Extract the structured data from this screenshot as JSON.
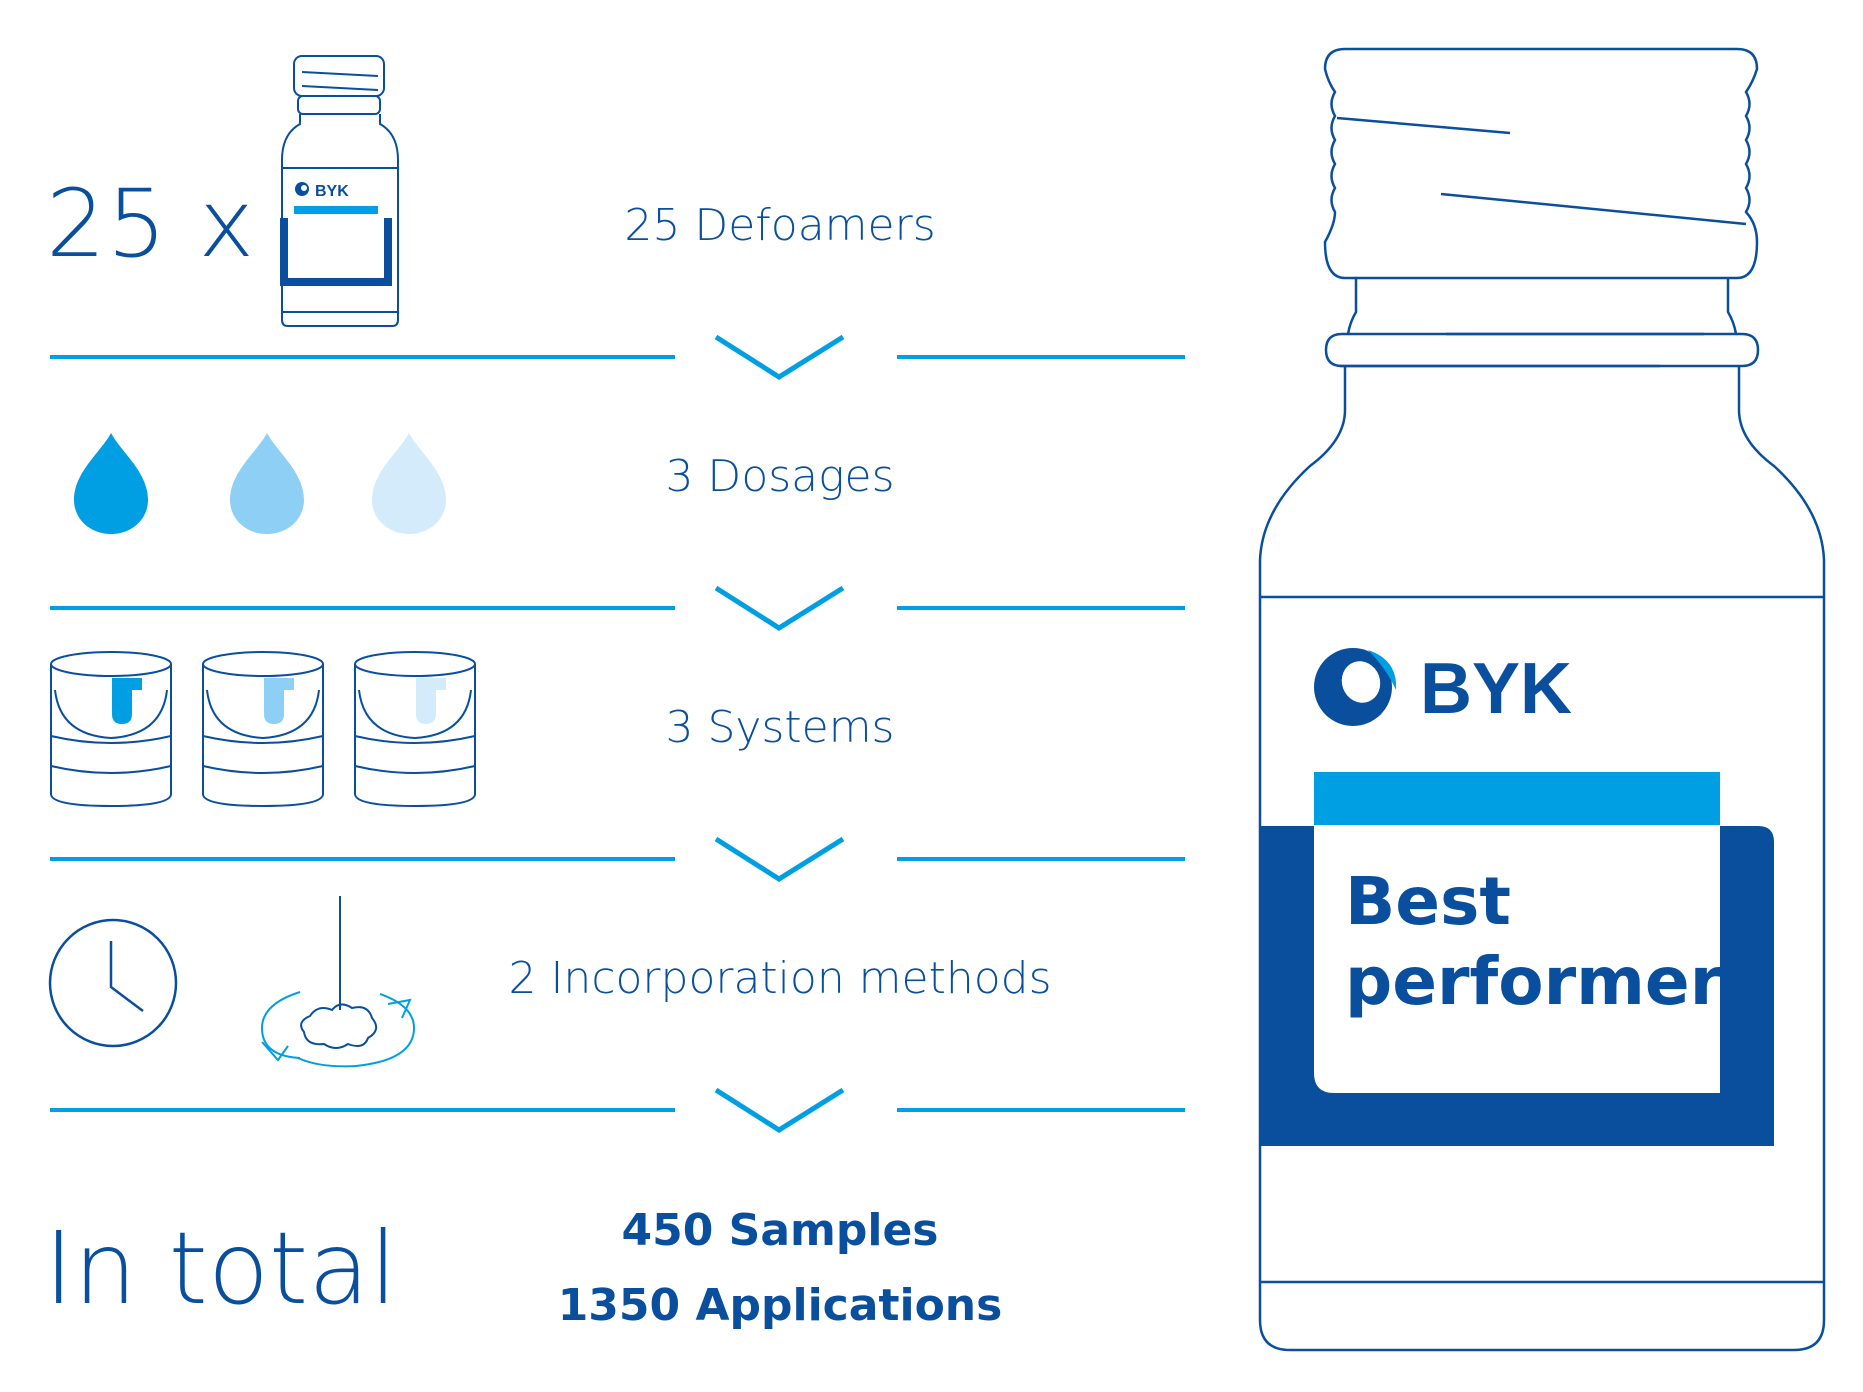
{
  "intro": {
    "count": "25 x",
    "bottle_brand": "BYK"
  },
  "steps": [
    {
      "label": "25 Defoamers"
    },
    {
      "label": "3 Dosages"
    },
    {
      "label": "3 Systems"
    },
    {
      "label": "2 Incorporation methods"
    }
  ],
  "total": {
    "heading": "In total",
    "line1": "450 Samples",
    "line2": "1350 Applications"
  },
  "big_bottle": {
    "brand": "BYK",
    "label_line1": "Best",
    "label_line2": "performer"
  },
  "colors": {
    "navy": "#0a4f9e",
    "accent": "#009fe3",
    "drop_dark": "#009fe3",
    "drop_mid": "#8dcff5",
    "drop_light": "#d4ebfb"
  },
  "icons": [
    "bottle-icon",
    "drop-icon",
    "paint-can-icon",
    "clock-icon",
    "mixer-icon",
    "chevron-down-icon",
    "byk-logo-icon"
  ]
}
